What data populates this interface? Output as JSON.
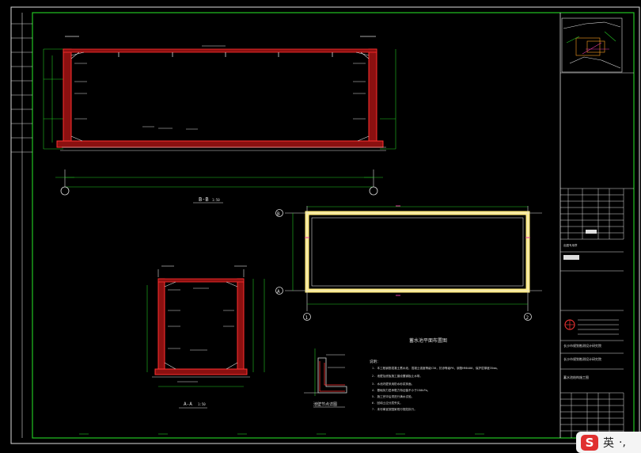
{
  "sheet": {
    "section_b_title": "B-B",
    "section_b_scale": "1:50",
    "section_a_title": "A-A",
    "section_a_scale": "1:50",
    "plan_title": "蓄水池平面布置图",
    "detail_title": "池壁节点详图",
    "axis_labels": {
      "axis_1": "1",
      "axis_2": "2",
      "axis_a": "A",
      "axis_b": "B"
    },
    "notes_heading": "说明：",
    "notes": [
      "1. 本工程钢筋混凝土蓄水池，混凝土强度等级C30，抗渗等级P6，钢筋HRB400，保护层厚度35mm。",
      "2. 池壁及底板施工缝设置钢板止水带。",
      "3. 水池内壁采用防水砂浆抹面。",
      "4. 基础持力层承载力特征值不小于150kPa。",
      "5. 施工完毕后须进行满水试验。",
      "6. 回填土应分层夯实。",
      "7. 未尽事宜按国家现行规范执行。"
    ]
  },
  "title_block": {
    "company": "长沙市规划勘测设计研究院",
    "project": "长沙市规划勘测设计研究院",
    "drawing_name": "蓄水池结构施工图",
    "stamp_text": "出图专用章"
  },
  "taskbar": {
    "ime_mode": "英",
    "ime_punct": "·,"
  }
}
